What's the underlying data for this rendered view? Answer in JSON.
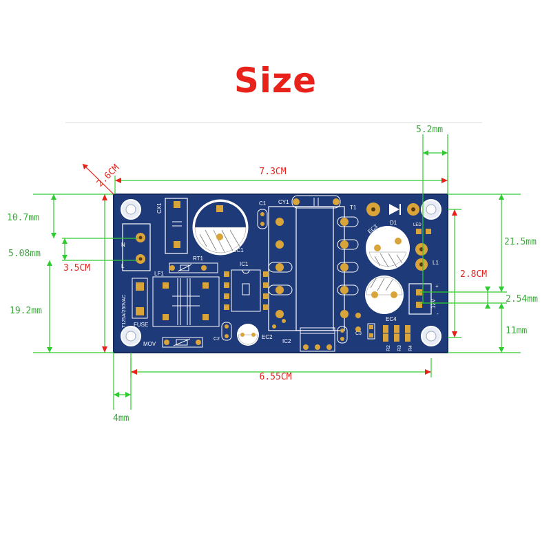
{
  "title": "Size",
  "dimensions": {
    "top_width": "7.3CM",
    "bottom_width": "6.55CM",
    "hole_diag": "2.6CM",
    "hole_right_offset": "5.2mm",
    "left_top": "10.7mm",
    "left_pitch": "5.08mm",
    "left_bottom": "19.2mm",
    "height_left": "3.5CM",
    "height_right": "2.8CM",
    "right_top": "21.5mm",
    "right_pitch": "2.54mm",
    "right_bottom": "11mm",
    "left_hole_offset": "4mm"
  },
  "board": {
    "labels": {
      "cx1": "CX1",
      "c1": "C1",
      "cy1": "CY1",
      "t1": "T1",
      "d1": "D1",
      "led": "LED",
      "ec3": "EC3",
      "ec1": "EC1",
      "rt1": "RT1",
      "ic1": "IC1",
      "lf1": "LF1",
      "l1": "L1",
      "n": "N",
      "l": "L",
      "fuse_rating": "T125A/250VAC",
      "fuse": "FUSE",
      "mov": "MOV",
      "c2": "C2",
      "ec2": "EC2",
      "ic2": "IC2",
      "c3": "C3",
      "ec4": "EC4",
      "r2": "R2",
      "r3": "R3",
      "r4": "R4",
      "out_v": "12V",
      "plus": "+",
      "minus": "-"
    }
  },
  "colors": {
    "title": "#e8211a",
    "dimension": "#2ecc2e",
    "dimension_text_green": "#3aa83a",
    "dimension_text_red": "#e8211a",
    "board": "#1f3a78",
    "pad": "#d9a53a"
  }
}
